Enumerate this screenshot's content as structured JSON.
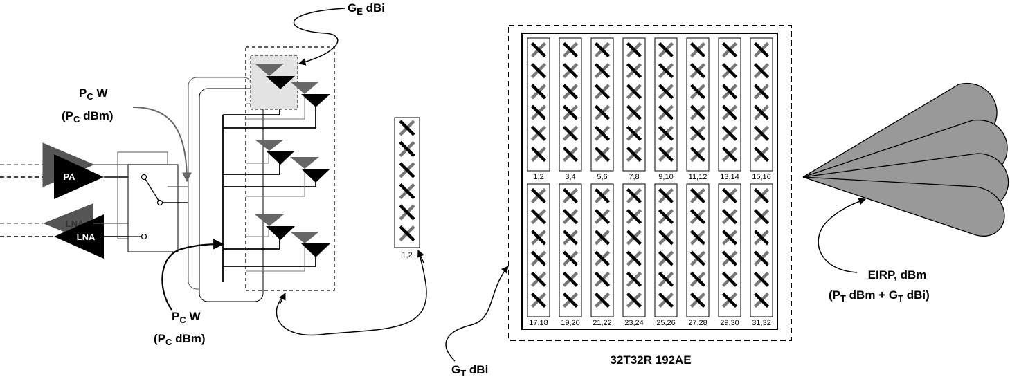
{
  "labels": {
    "gain_element": {
      "main": "G",
      "sub": "E",
      "rest": " dBi"
    },
    "conducted_power_top": {
      "line1_main": "P",
      "line1_sub": "C",
      "line1_rest": " W",
      "line2_open": "(P",
      "line2_sub": "C",
      "line2_rest": " dBm)"
    },
    "conducted_power_bottom": {
      "line1_main": "P",
      "line1_sub": "C",
      "line1_rest": " W",
      "line2_open": "(P",
      "line2_sub": "C",
      "line2_rest": " dBm)"
    },
    "gain_total": {
      "main": "G",
      "sub": "T",
      "rest": " dBi"
    },
    "eirp": {
      "line1": "EIRP, dBm",
      "line2_open": "(P",
      "line2_sub1": "T",
      "line2_mid": " dBm + G",
      "line2_sub2": "T",
      "line2_rest": " dBi)"
    },
    "array_name": "32T32R 192AE"
  },
  "amplifiers": {
    "pa": "PA",
    "lna_back": "LNA",
    "lna_front": "LNA"
  },
  "single_column": {
    "label": "1,2",
    "element_count": 6
  },
  "array": {
    "top_row_labels": [
      "1,2",
      "3,4",
      "5,6",
      "7,8",
      "9,10",
      "11,12",
      "13,14",
      "15,16"
    ],
    "bottom_row_labels": [
      "17,18",
      "19,20",
      "21,22",
      "23,24",
      "25,26",
      "27,28",
      "29,30",
      "31,32"
    ],
    "elements_per_column": 6
  },
  "beam": {
    "lobe_count": 4
  }
}
